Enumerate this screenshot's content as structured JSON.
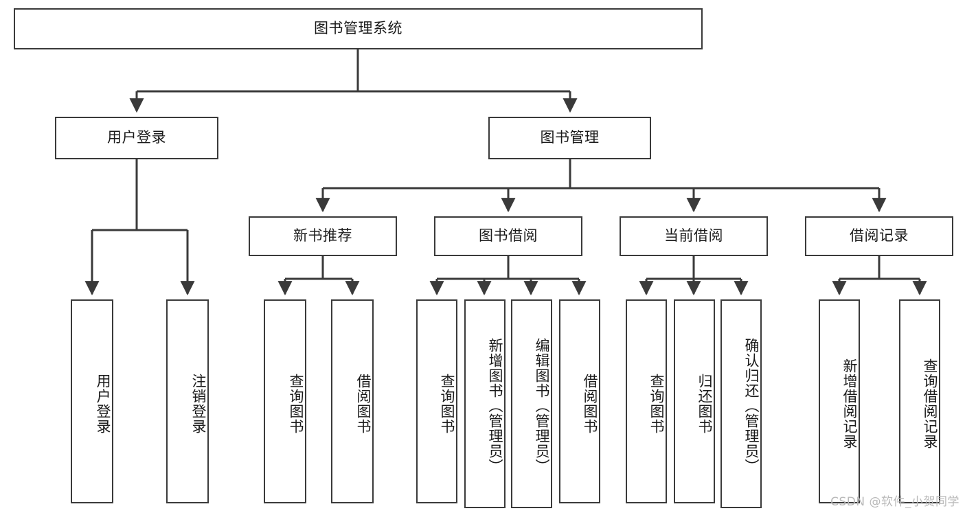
{
  "diagram": {
    "title": "图书管理系统",
    "type": "tree",
    "orientation": "top-down",
    "colors": {
      "box_stroke": "#3a3a3a",
      "box_fill": "#ffffff",
      "edge_stroke": "#3a3a3a",
      "text": "#1a1a1a",
      "watermark": "#b9b9b9",
      "background": "#ffffff"
    },
    "root": {
      "label": "图书管理系统"
    },
    "level2": [
      {
        "label": "用户登录"
      },
      {
        "label": "图书管理"
      }
    ],
    "level3": [
      {
        "label": "新书推荐"
      },
      {
        "label": "图书借阅"
      },
      {
        "label": "当前借阅"
      },
      {
        "label": "借阅记录"
      }
    ],
    "leaves_user_login": [
      {
        "label": "用户登录"
      },
      {
        "label": "注销登录"
      }
    ],
    "leaves_new_book": [
      {
        "label": "查询图书"
      },
      {
        "label": "借阅图书"
      }
    ],
    "leaves_borrow_book": [
      {
        "label": "查询图书"
      },
      {
        "label": "新增图书（管理员）"
      },
      {
        "label": "编辑图书（管理员）"
      },
      {
        "label": "借阅图书"
      }
    ],
    "leaves_current_borrow": [
      {
        "label": "查询图书"
      },
      {
        "label": "归还图书"
      },
      {
        "label": "确认归还（管理员）"
      }
    ],
    "leaves_borrow_record": [
      {
        "label": "新增借阅记录"
      },
      {
        "label": "查询借阅记录"
      }
    ]
  },
  "watermark": {
    "text": "CSDN @软件_小贺同学"
  }
}
